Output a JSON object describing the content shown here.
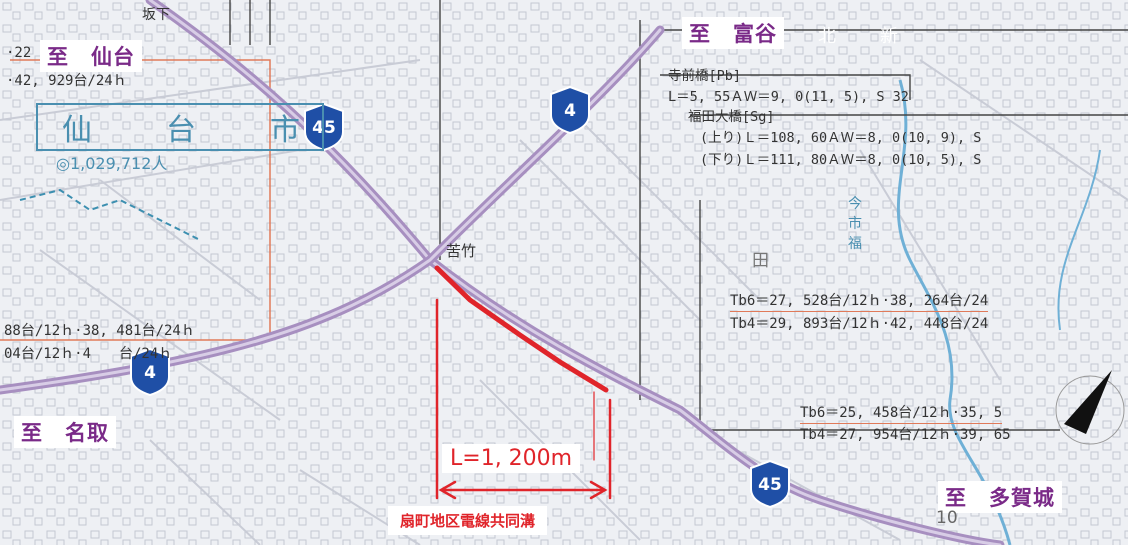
{
  "destinations": {
    "sendai": "至　仙台",
    "tomiya": "至　富谷",
    "natori": "至　名取",
    "tagajo": "至　多賀城"
  },
  "city": {
    "name": "仙　台　市",
    "population": "◎1,029,712人"
  },
  "place_name": "苦竹",
  "routes": {
    "r4_top": "4",
    "r45_top": "45",
    "r4_left": "4",
    "r45_bottom": "45"
  },
  "bridge_info": {
    "line1": "寺前橋[Pb]",
    "line2": "L＝5, 55ＡＷ＝9, 0(11, 5), S 32",
    "line3": "福田大橋[Sg]",
    "line4": "(上り)Ｌ＝108, 60ＡＷ＝8, 0(10, 9), S",
    "line5": "(下り)Ｌ＝111, 80ＡＷ＝8, 0(10, 5), S"
  },
  "traffic": {
    "top_left_1": "·22",
    "top_left_2": "·42, 929台/24ｈ",
    "left_1": "88台/12ｈ·38, 481台/24ｈ",
    "left_2": "04台/12ｈ·4　　台/24ｈ",
    "right_1": "Tb6＝27, 528台/12ｈ·38, 264台/24",
    "right_2": "Tb4＝29, 893台/12ｈ·42, 448台/24",
    "right_3": "Tb6＝25, 458台/12ｈ·35, 5",
    "right_4": "Tb4＝27, 954台/12ｈ·39, 65"
  },
  "project": {
    "length_label": "L=1, 200m",
    "caption": "扇町地区電線共同溝"
  },
  "map_labels": {
    "sakashita": "坂下",
    "kita": "北",
    "shin": "新",
    "ta": "田",
    "ima": "今",
    "ichi": "市",
    "fukuta": "福",
    "ten": "10"
  },
  "colors": {
    "route_highlight": "#e0242a",
    "destination_text": "#7a2a88",
    "shield_blue": "#1f4fa6",
    "road_purple": "#a78fc0",
    "river_blue": "#6fb0d6"
  }
}
